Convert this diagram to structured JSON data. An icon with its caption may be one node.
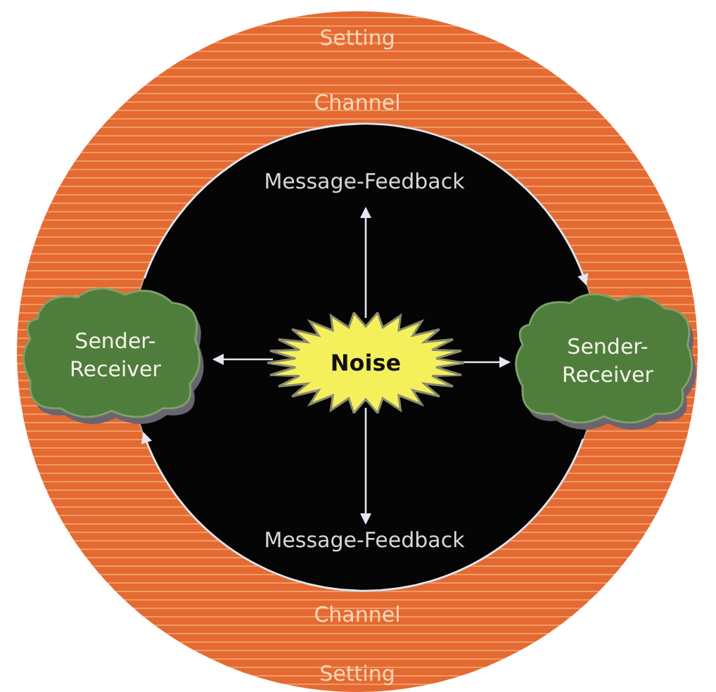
{
  "diagram": {
    "nodes": [
      {
        "text": [
          "Setting",
          "Channel",
          "Channel",
          "Setting"
        ]
      },
      {
        "text": [
          "Message-Feedback",
          "Message-Feedback"
        ],
        "in": 0
      },
      {
        "text": [
          "Noise"
        ],
        "in": 1
      },
      {
        "text": [
          "Sender-Receiver"
        ],
        "in": 0
      },
      {
        "text": [
          "Sender-Receiver"
        ],
        "in": 0
      }
    ],
    "edges": [
      {
        "from": 2,
        "to": null,
        "arrow": "to"
      },
      {
        "from": 2,
        "to": null,
        "arrow": "to"
      },
      {
        "from": 2,
        "to": 3,
        "arrow": "to"
      },
      {
        "from": 2,
        "to": 4,
        "arrow": "to"
      },
      {
        "from": 3,
        "to": 4,
        "arrow": "to"
      },
      {
        "from": 4,
        "to": 3,
        "arrow": "to"
      }
    ]
  }
}
